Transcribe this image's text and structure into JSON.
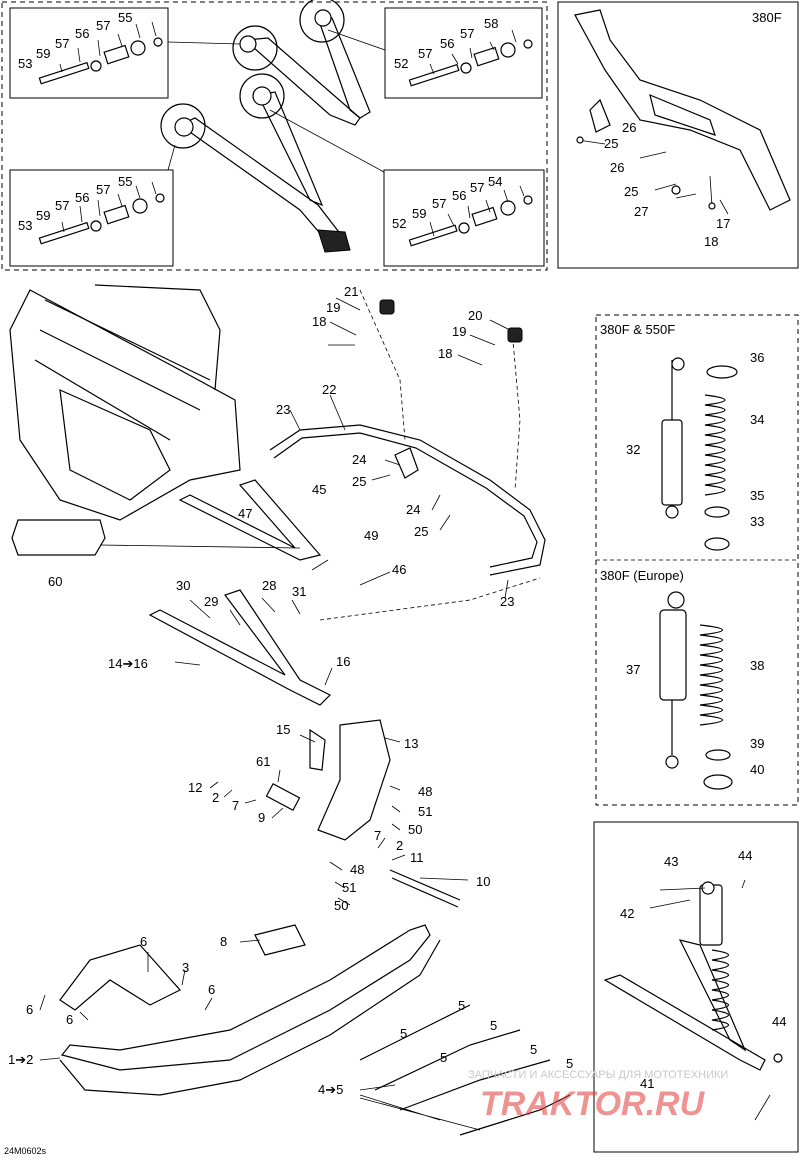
{
  "sections": {
    "s380F": "380F",
    "s380F550F": "380F & 550F",
    "s380FEurope": "380F (Europe)"
  },
  "drawing_ref": "24M0602s",
  "badge_number": "60",
  "watermark": {
    "line1": "ЗАПЧАСТИ И АКСЕССУАРЫ ДЛЯ МОТОТЕХНИКИ",
    "line2": "TRAKTOR.RU"
  },
  "labels": {
    "c1": "53",
    "c2": "59",
    "c3": "57",
    "c4": "56",
    "c5": "57",
    "c6": "55",
    "c7": "52",
    "c8": "57",
    "c9": "56",
    "c10": "57",
    "c11": "58",
    "c12": "53",
    "c13": "59",
    "c14": "57",
    "c15": "56",
    "c16": "57",
    "c17": "55",
    "c18": "52",
    "c19": "59",
    "c20": "57",
    "c21": "56",
    "c22": "57",
    "c23": "54",
    "r1": "26",
    "r2": "25",
    "r3": "26",
    "r4": "25",
    "r5": "27",
    "r6": "17",
    "r7": "18",
    "m1": "21",
    "m2": "18",
    "m3": "19",
    "m4": "20",
    "m5": "19",
    "m6": "18",
    "m7": "22",
    "m8": "23",
    "m9": "24",
    "m10": "25",
    "m11": "24",
    "m12": "25",
    "m13": "45",
    "m14": "47",
    "m15": "49",
    "m16": "46",
    "m17": "23",
    "m18": "30",
    "m19": "29",
    "m20": "28",
    "m21": "31",
    "m22": "14➔16",
    "m23": "16",
    "m24": "15",
    "m25": "13",
    "m26": "61",
    "m27": "12",
    "m28": "2",
    "m29": "7",
    "m30": "9",
    "m31": "48",
    "m32": "51",
    "m33": "50",
    "m34": "7",
    "m35": "2",
    "m36": "48",
    "m37": "11",
    "m38": "51",
    "m39": "10",
    "m40": "50",
    "m41": "8",
    "m42": "6",
    "m43": "3",
    "m44": "6",
    "m45": "6",
    "m46": "6",
    "m47": "1➔2",
    "m48": "5",
    "m49": "5",
    "m50": "5",
    "m51": "5",
    "m52": "5",
    "m53": "5",
    "m54": "4➔5",
    "k1": "36",
    "k2": "34",
    "k3": "32",
    "k4": "35",
    "k5": "33",
    "k6": "37",
    "k7": "38",
    "k8": "39",
    "k9": "40",
    "k10": "43",
    "k11": "44",
    "k12": "42",
    "k13": "44",
    "k14": "41"
  }
}
